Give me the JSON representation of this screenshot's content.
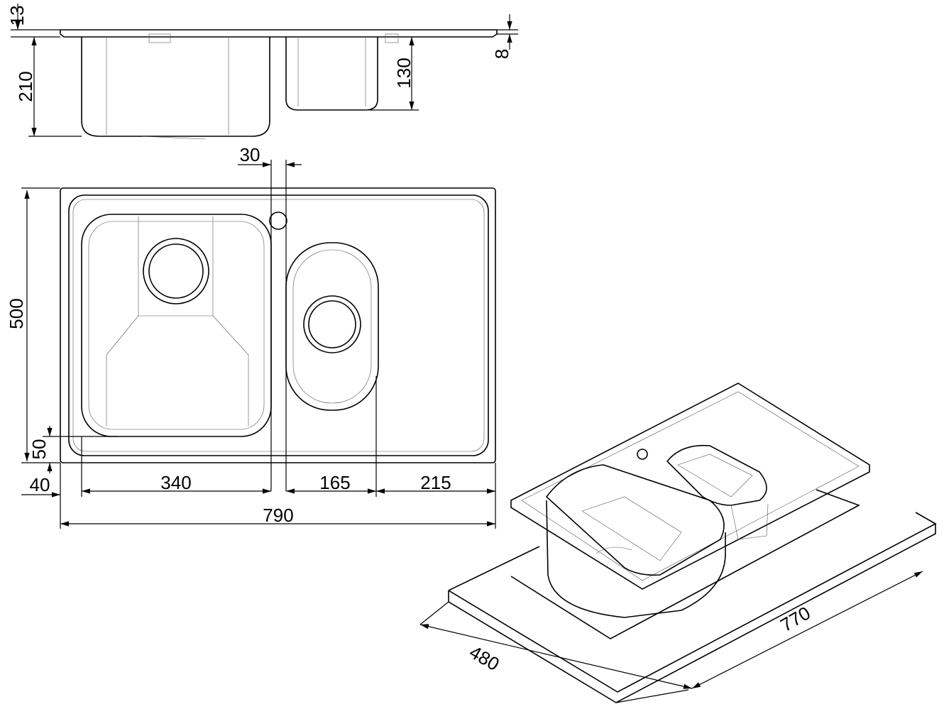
{
  "drawing": {
    "elevation_dims": {
      "rim_thickness": "13",
      "main_bowl_depth": "210",
      "small_bowl_depth": "130",
      "flange": "8"
    },
    "plan_dims": {
      "bowl_gap": "30",
      "depth": "500",
      "front_offset": "50",
      "left_offset": "40",
      "main_bowl_width": "340",
      "small_bowl_width": "165",
      "drainer_width": "215",
      "overall_width": "790"
    },
    "cutout_dims": {
      "cutout_depth": "480",
      "cutout_width": "770"
    }
  }
}
